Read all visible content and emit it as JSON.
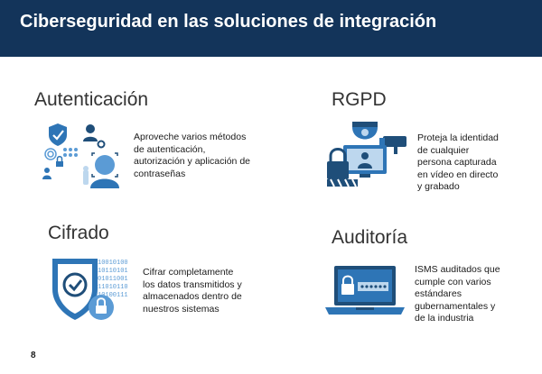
{
  "slide": {
    "title": "Ciberseguridad en las soluciones de integración",
    "page_number": "8"
  },
  "sections": {
    "autenticacion": {
      "title": "Autenticación",
      "lines": [
        "Aproveche varios métodos",
        "de autenticación,",
        "autorización y aplicación de",
        "contraseñas"
      ],
      "icon": "authentication-icon"
    },
    "rgpd": {
      "title": "RGPD",
      "lines": [
        "Proteja la identidad",
        "de cualquier",
        "persona capturada",
        "en vídeo en directo",
        "y grabado"
      ],
      "icon": "privacy-camera-icon"
    },
    "cifrado": {
      "title": "Cifrado",
      "lines": [
        "Cifrar completamente",
        "los datos transmitidos y",
        "almacenados dentro de",
        "nuestros sistemas"
      ],
      "icon": "encryption-shield-icon",
      "binary_rows": [
        "10010100",
        "10110101",
        "01011001",
        "11010110",
        "10100111"
      ]
    },
    "auditoria": {
      "title": "Auditoría",
      "lines": [
        "ISMS auditados que",
        "cumple con varios",
        "estándares",
        "gubernamentales y",
        "de la industria"
      ],
      "icon": "audit-laptop-icon"
    }
  },
  "colors": {
    "header_bg": "#13345a",
    "icon_dark": "#1f4e79",
    "icon_blue": "#2e75b6",
    "icon_light": "#5b9bd5",
    "icon_pale": "#bdd7ee"
  }
}
